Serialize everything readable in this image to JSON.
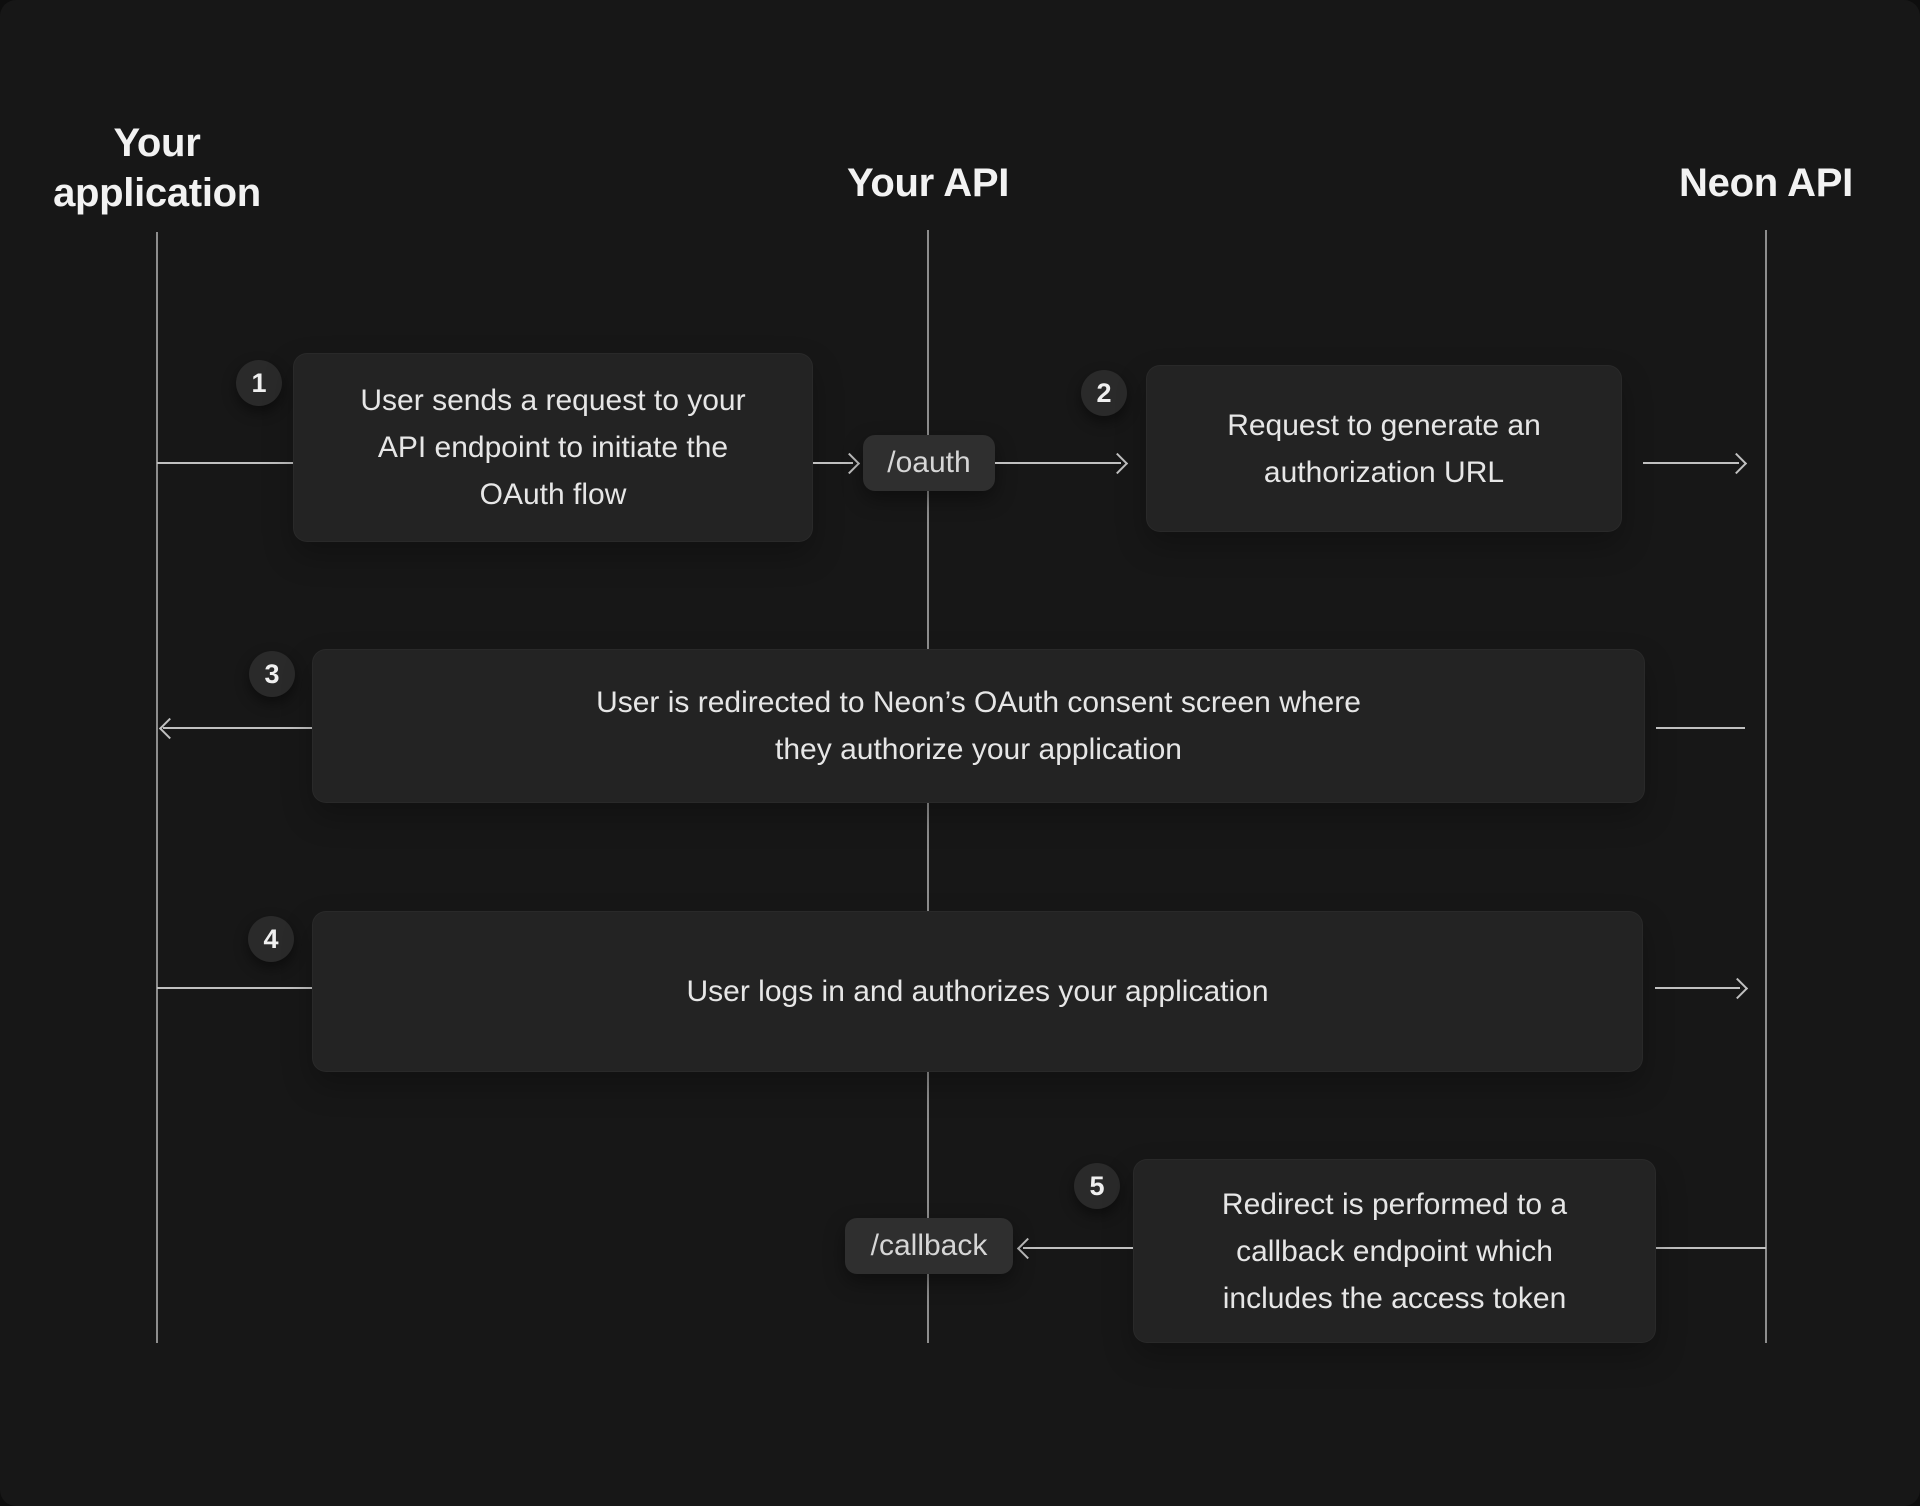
{
  "diagram": {
    "columns": [
      {
        "id": "your-application",
        "label": "Your application"
      },
      {
        "id": "your-api",
        "label": "Your API"
      },
      {
        "id": "neon-api",
        "label": "Neon API"
      }
    ],
    "steps": [
      {
        "number": "1",
        "text": "User sends a request to your\nAPI endpoint to initiate the\nOAuth flow"
      },
      {
        "number": "2",
        "text": "Request to generate an\nauthorization URL"
      },
      {
        "number": "3",
        "text": "User is redirected to Neon’s OAuth consent screen where\nthey authorize your application"
      },
      {
        "number": "4",
        "text": "User logs in and authorizes your application"
      },
      {
        "number": "5",
        "text": "Redirect is performed to a\ncallback endpoint which\nincludes the access token"
      }
    ],
    "endpoints": [
      {
        "label": "/oauth"
      },
      {
        "label": "/callback"
      }
    ],
    "colors": {
      "background": "#171717",
      "box": "#232323",
      "tag": "#2f2f2f",
      "circle": "#2a2a2a",
      "line": "#8d8d8d",
      "arrow": "#c0c0c0",
      "heading": "#f2f2f2",
      "body_text": "#e6e6e6",
      "tag_text": "#d6d6d6"
    }
  }
}
